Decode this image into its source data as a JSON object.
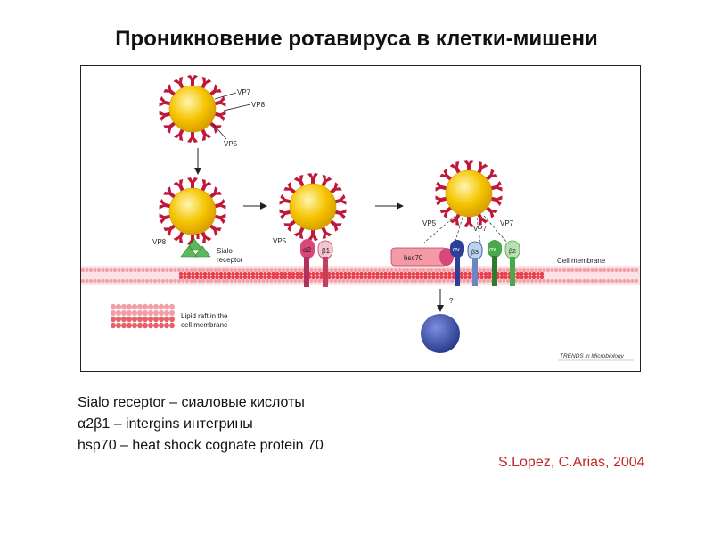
{
  "title": "Проникновение ротавируса в клетки-мишени",
  "figure": {
    "labels": {
      "vp7": "VP7",
      "vp8": "VP8",
      "vp5": "VP5",
      "sialo_receptor_line1": "Sialo",
      "sialo_receptor_line2": "receptor",
      "alpha2": "α2",
      "beta1": "β1",
      "hsc70": "hsc70",
      "alpha_v": "αv",
      "beta3": "β3",
      "alpha_x": "αx",
      "beta2": "β2",
      "cell_membrane": "Cell membrane",
      "question": "?",
      "lipid_raft_line1": "Lipid raft in the",
      "lipid_raft_line2": "cell membrane",
      "source": "TRENDS in Microbiology"
    },
    "colors": {
      "virus_core": "#f5c400",
      "spike": "#c0183a",
      "membrane": "#e8606a",
      "receptor_pink": "#d9467a",
      "receptor_green": "#48a84a",
      "receptor_blue": "#2d3f9a",
      "endosome": "#3c4fa8"
    }
  },
  "notes": [
    "Sialo receptor – сиаловые кислоты",
    "α2β1 – intergins интегрины",
    "hsp70 – heat shock cognate protein 70"
  ],
  "citation": "S.Lopez, C.Arias, 2004"
}
